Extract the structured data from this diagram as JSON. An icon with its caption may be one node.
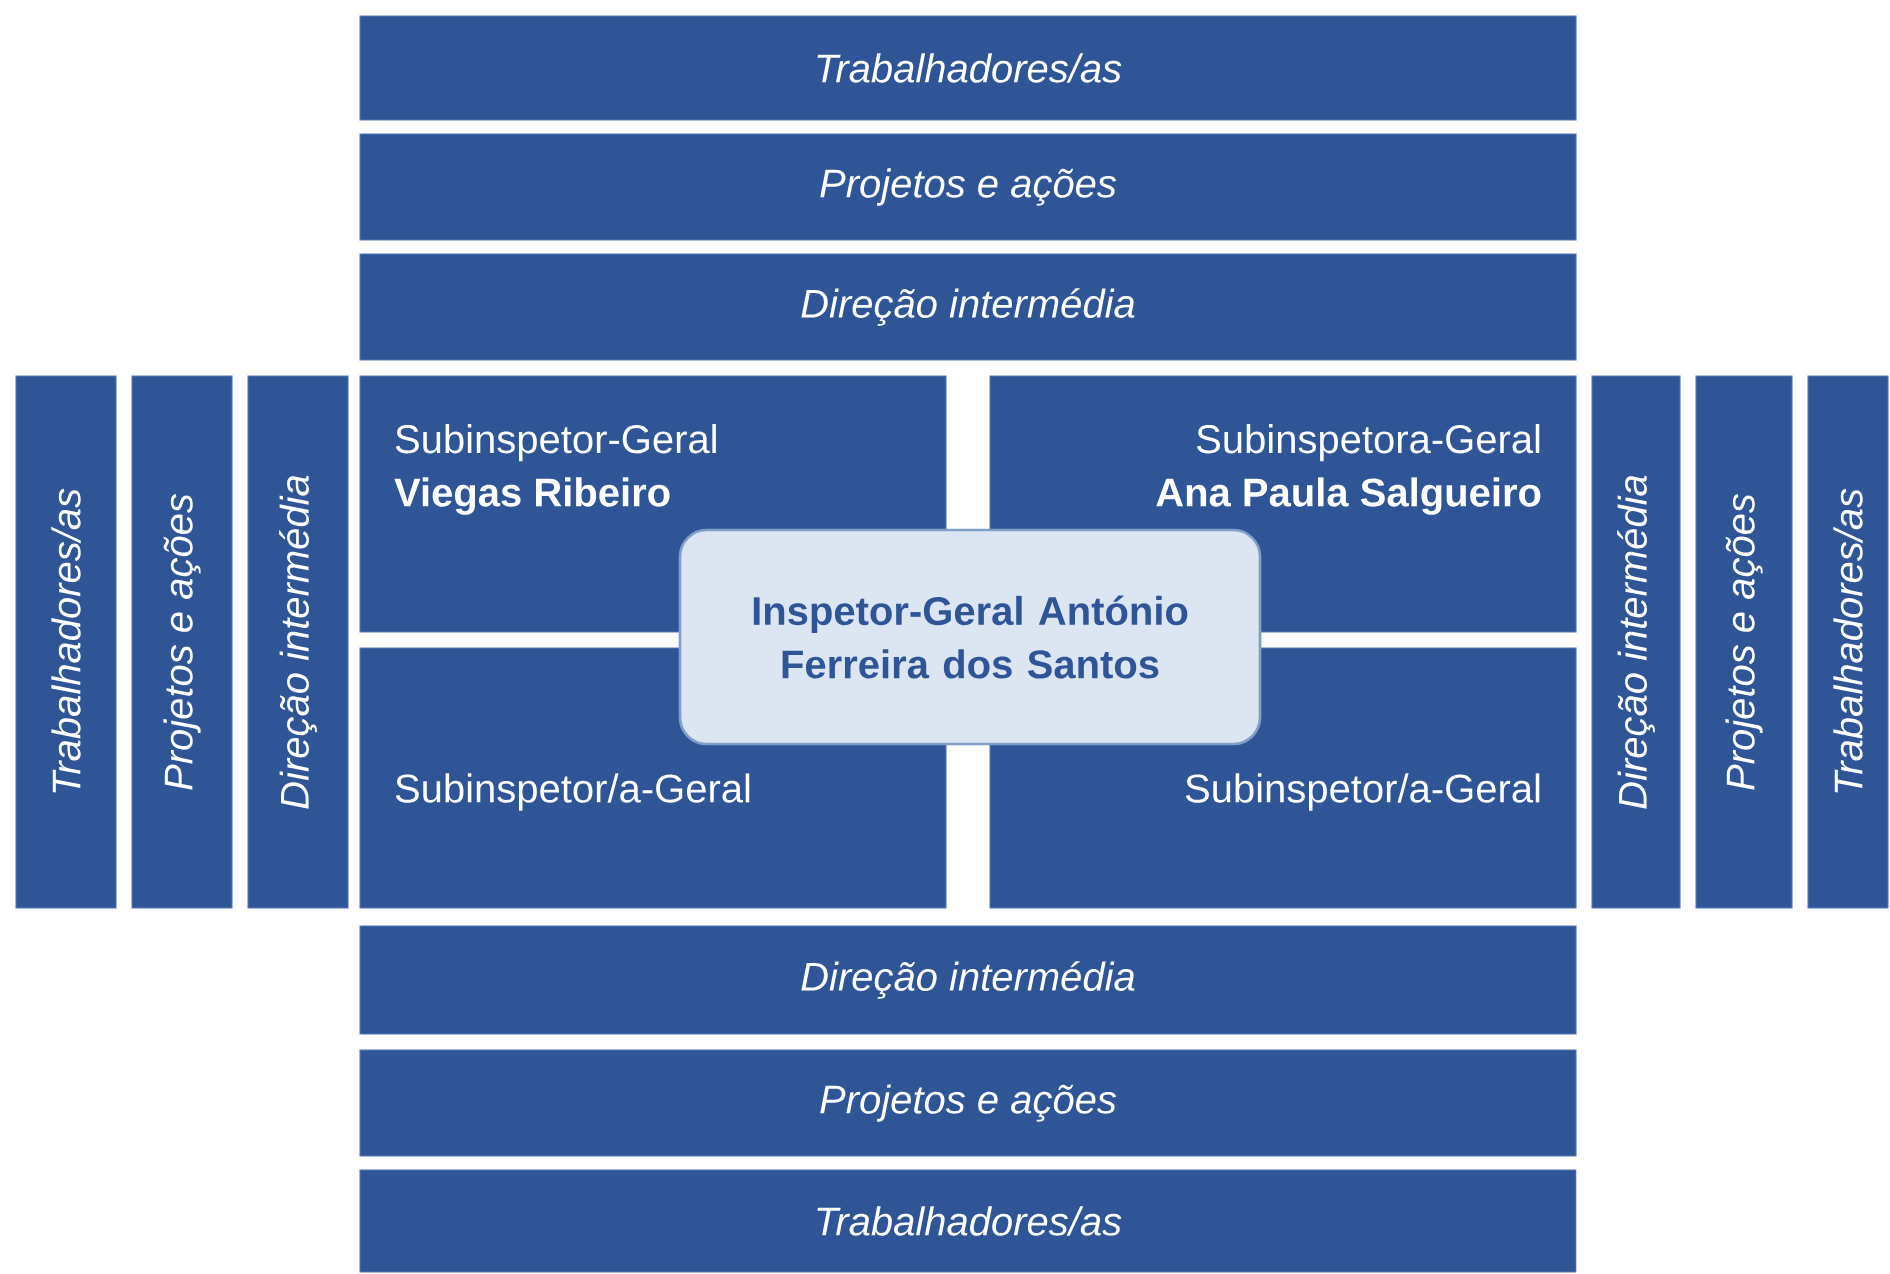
{
  "diagram": {
    "nodes": [
      {
        "text": [
          "Trabalhadores/as"
        ]
      },
      {
        "text": [
          "Projetos e ações"
        ]
      },
      {
        "text": [
          "Direção intermédia"
        ]
      },
      {
        "text": [
          "Trabalhadores/as"
        ]
      },
      {
        "text": [
          "Projetos e ações"
        ]
      },
      {
        "text": [
          "Direção intermédia"
        ]
      },
      {
        "text": [
          "Subinspetor-Geral",
          "Viegas Ribeiro"
        ]
      },
      {
        "text": [
          "Subinspetora-Geral",
          "Ana Paula Salgueiro"
        ]
      },
      {
        "text": [
          "Direção intermédia"
        ]
      },
      {
        "text": [
          "Projetos e ações"
        ]
      },
      {
        "text": [
          "Trabalhadores/as"
        ]
      },
      {
        "text": [
          "Inspetor-Geral António Ferreira dos Santos"
        ]
      },
      {
        "text": [
          "Subinspetor/a-Geral"
        ]
      },
      {
        "text": [
          "Subinspetor/a-Geral"
        ]
      },
      {
        "text": [
          "Direção intermédia"
        ]
      },
      {
        "text": [
          "Projetos e ações"
        ]
      },
      {
        "text": [
          "Trabalhadores/as"
        ]
      }
    ]
  }
}
